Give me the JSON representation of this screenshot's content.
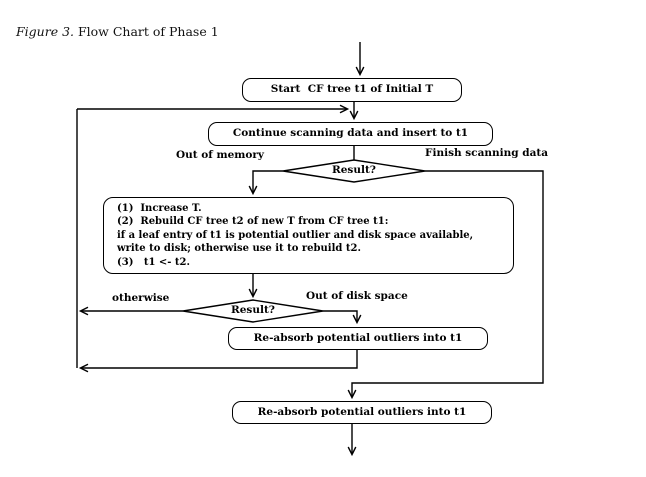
{
  "figure": {
    "caption_number": "Figure 3.",
    "caption_title": " Flow Chart of Phase 1"
  },
  "nodes": {
    "start": "Start  CF tree t1 of Initial T",
    "continue_scan": "Continue scanning data and insert to t1",
    "decision1": "Result?",
    "rebuild": {
      "line1": "(1)  Increase T.",
      "line2": "(2)  Rebuild CF tree t2 of new T from CF tree t1:",
      "line3": "if a leaf entry of t1 is potential outlier and disk space available,",
      "line4": "write to disk; otherwise use it to rebuild t2.",
      "line5": "(3)   t1 <- t2."
    },
    "decision2": "Result?",
    "reabsorb1": "Re-absorb potential outliers into t1",
    "reabsorb2": "Re-absorb potential outliers into t1"
  },
  "edge_labels": {
    "out_of_memory": "Out of memory",
    "finish_scanning": "Finish scanning data",
    "otherwise": "otherwise",
    "out_of_disk_space": "Out of disk space"
  },
  "colors": {
    "line": "#000000",
    "text": "#000000",
    "background": "#ffffff"
  }
}
